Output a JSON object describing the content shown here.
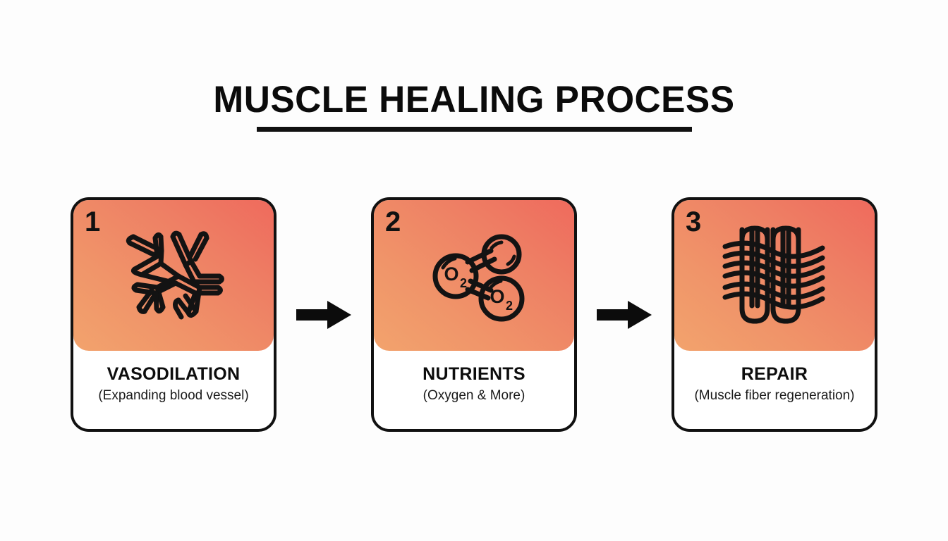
{
  "header": {
    "title": "MUSCLE HEALING PROCESS"
  },
  "colors": {
    "background": "#fdfdfd",
    "ink": "#111111",
    "gradient_start": "#f2a36d",
    "gradient_end": "#ef6a5d"
  },
  "flow": {
    "steps": [
      {
        "number": "1",
        "title": "VASODILATION",
        "subtitle": "(Expanding blood vessel)",
        "icon": "blood-vessel-branching-icon"
      },
      {
        "number": "2",
        "title": "NUTRIENTS",
        "subtitle": "(Oxygen & More)",
        "icon": "oxygen-molecule-icon",
        "molecule_labels": [
          "O",
          "2",
          "O",
          "2"
        ]
      },
      {
        "number": "3",
        "title": "REPAIR",
        "subtitle": "(Muscle fiber regeneration)",
        "icon": "woven-muscle-fiber-icon"
      }
    ],
    "connectors": [
      {
        "icon": "arrow-right-icon"
      },
      {
        "icon": "arrow-right-icon"
      }
    ]
  }
}
